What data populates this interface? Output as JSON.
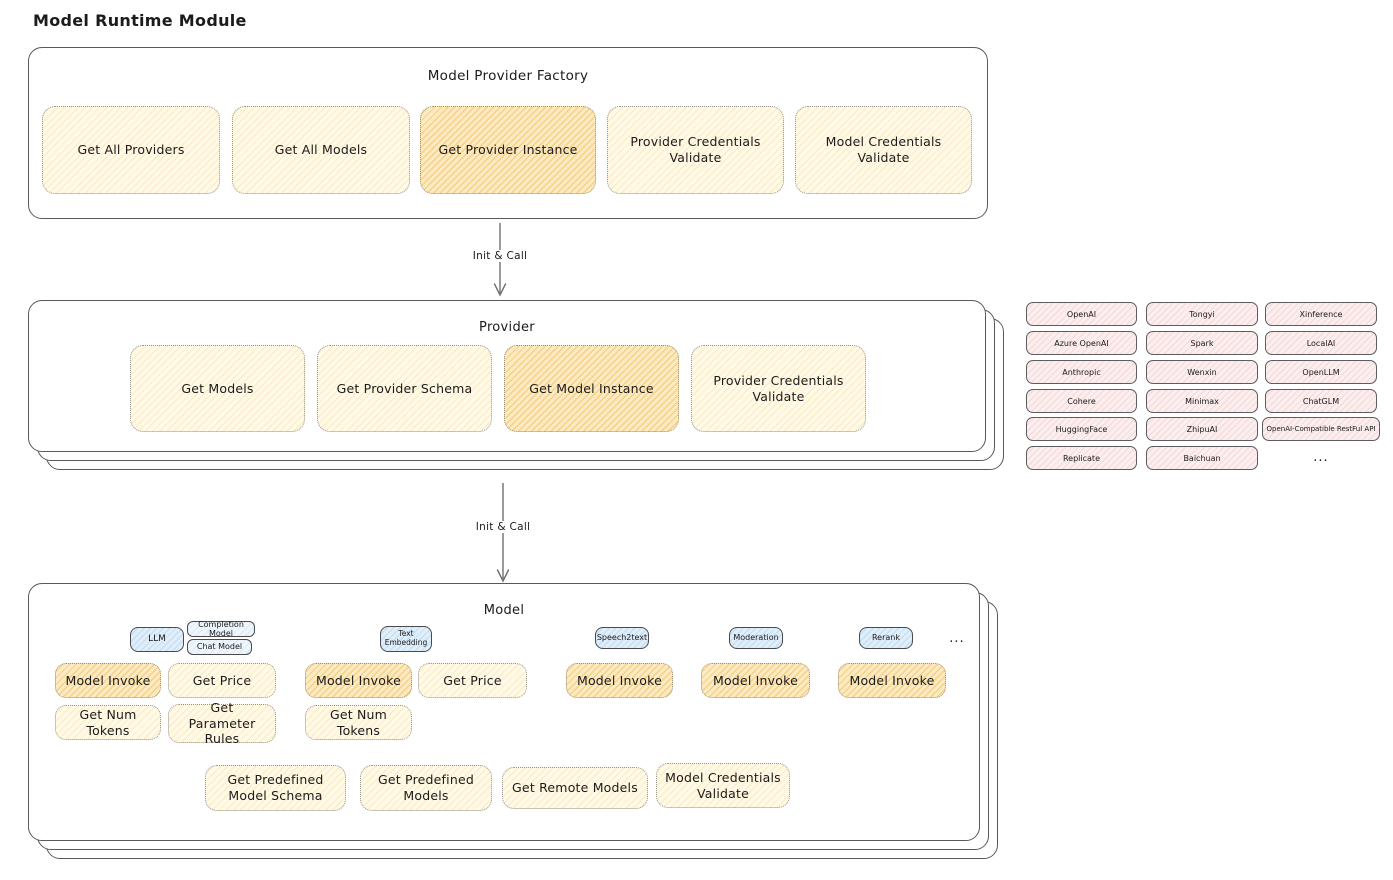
{
  "page": {
    "title": "Model Runtime Module"
  },
  "colors": {
    "op_fill": "#fff9e6",
    "op_highlight_fill": "#fcebc2",
    "tab_fill": "#e0eefa",
    "vendor_fill": "#fbeeee",
    "frame_border": "#59595c",
    "arrow": "#707070",
    "text": "#1b1b1b"
  },
  "factory": {
    "title": "Model Provider Factory",
    "ops": [
      "Get All Providers",
      "Get All Models",
      "Get Provider Instance",
      "Provider Credentials Validate",
      "Model Credentials Validate"
    ]
  },
  "arrows": [
    {
      "label": "Init & Call"
    },
    {
      "label": "Init & Call"
    }
  ],
  "provider": {
    "title": "Provider",
    "ops": [
      "Get Models",
      "Get Provider Schema",
      "Get Model Instance",
      "Provider Credentials Validate"
    ]
  },
  "vendors": {
    "columns": [
      [
        "OpenAI",
        "Azure OpenAI",
        "Anthropic",
        "Cohere",
        "HuggingFace",
        "Replicate"
      ],
      [
        "Tongyi",
        "Spark",
        "Wenxin",
        "Minimax",
        "ZhipuAI",
        "Baichuan"
      ],
      [
        "Xinference",
        "LocalAI",
        "OpenLLM",
        "ChatGLM",
        "OpenAI-Compatible RestFul API"
      ]
    ],
    "more": "..."
  },
  "model": {
    "title": "Model",
    "tabs": {
      "llm": "LLM",
      "completion_model": "Completion Model",
      "chat_model": "Chat Model",
      "text_embedding": "Text Embedding",
      "speech2text": "Speech2text",
      "moderation": "Moderation",
      "rerank": "Rerank",
      "more": "..."
    },
    "ops": {
      "model_invoke": "Model Invoke",
      "get_price": "Get Price",
      "get_num_tokens": "Get Num Tokens",
      "get_parameter_rules": "Get Parameter Rules",
      "get_predefined_model_schema": "Get Predefined Model Schema",
      "get_predefined_models": "Get Predefined Models",
      "get_remote_models": "Get Remote Models",
      "model_credentials_validate": "Model Credentials Validate"
    }
  }
}
